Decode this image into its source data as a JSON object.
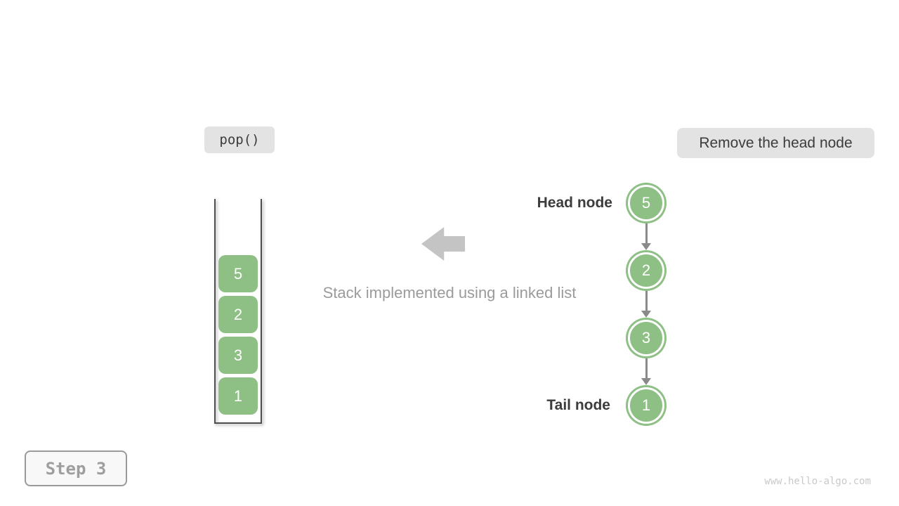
{
  "badges": {
    "operation": "pop()",
    "annotation": "Remove the head node"
  },
  "caption": "Stack implemented using a linked list",
  "stack": {
    "items": [
      "5",
      "2",
      "3",
      "1"
    ]
  },
  "linked_list": {
    "head_label": "Head node",
    "tail_label": "Tail node",
    "nodes": [
      "5",
      "2",
      "3",
      "1"
    ]
  },
  "step_label": "Step 3",
  "watermark": "www.hello-algo.com",
  "colors": {
    "node_green": "#8EC085",
    "badge_bg": "#E3E3E3",
    "dark_text": "#3C3C3C",
    "gray_text": "#9B9B9B",
    "arrow_gray": "#8A8A8A",
    "block_arrow": "#C4C4C4",
    "vessel_border": "#4F4F4F",
    "step_text": "#9E9E9E",
    "watermark_gray": "#C9C9C9"
  }
}
